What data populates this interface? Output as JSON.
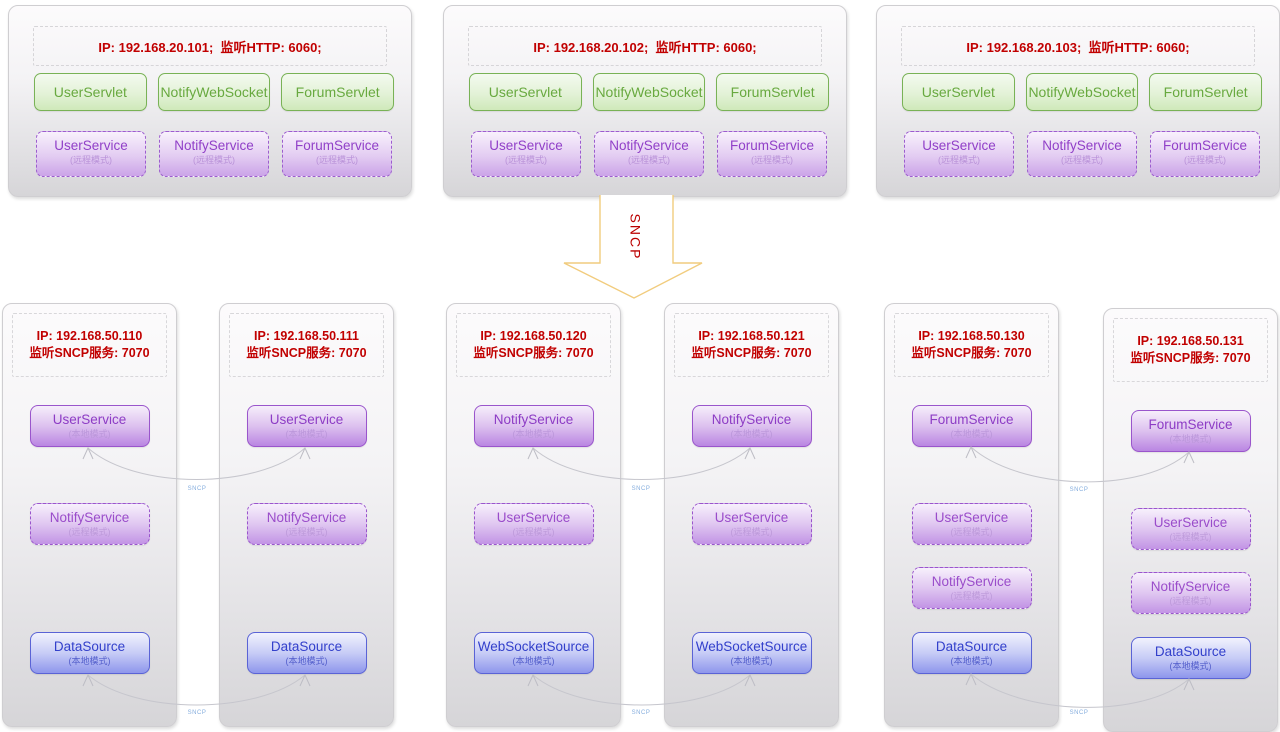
{
  "top_servers": [
    {
      "header": "IP: 192.168.20.101;  监听HTTP: 6060;",
      "servlets": [
        "UserServlet",
        "NotifyWebSocket",
        "ForumServlet"
      ],
      "services": [
        {
          "name": "UserService",
          "mode": "(远程模式)"
        },
        {
          "name": "NotifyService",
          "mode": "(远程模式)"
        },
        {
          "name": "ForumService",
          "mode": "(远程模式)"
        }
      ]
    },
    {
      "header": "IP: 192.168.20.102;  监听HTTP: 6060;",
      "servlets": [
        "UserServlet",
        "NotifyWebSocket",
        "ForumServlet"
      ],
      "services": [
        {
          "name": "UserService",
          "mode": "(远程模式)"
        },
        {
          "name": "NotifyService",
          "mode": "(远程模式)"
        },
        {
          "name": "ForumService",
          "mode": "(远程模式)"
        }
      ]
    },
    {
      "header": "IP: 192.168.20.103;  监听HTTP: 6060;",
      "servlets": [
        "UserServlet",
        "NotifyWebSocket",
        "ForumServlet"
      ],
      "services": [
        {
          "name": "UserService",
          "mode": "(远程模式)"
        },
        {
          "name": "NotifyService",
          "mode": "(远程模式)"
        },
        {
          "name": "ForumService",
          "mode": "(远程模式)"
        }
      ]
    }
  ],
  "sncp_arrow": {
    "label": "SNCP"
  },
  "connector_label": "SNCP",
  "bottom_servers": [
    {
      "ip": "IP: 192.168.50.110",
      "listen": "监听SNCP服务: 7070",
      "services": [
        {
          "name": "UserService",
          "mode": "(本地模式)"
        },
        {
          "name": "NotifyService",
          "mode": "(远程模式)"
        },
        {
          "name": "DataSource",
          "mode": "(本地模式)"
        }
      ]
    },
    {
      "ip": "IP: 192.168.50.111",
      "listen": "监听SNCP服务: 7070",
      "services": [
        {
          "name": "UserService",
          "mode": "(本地模式)"
        },
        {
          "name": "NotifyService",
          "mode": "(远程模式)"
        },
        {
          "name": "DataSource",
          "mode": "(本地模式)"
        }
      ]
    },
    {
      "ip": "IP: 192.168.50.120",
      "listen": "监听SNCP服务: 7070",
      "services": [
        {
          "name": "NotifyService",
          "mode": "(本地模式)"
        },
        {
          "name": "UserService",
          "mode": "(远程模式)"
        },
        {
          "name": "WebSocketSource",
          "mode": "(本地模式)"
        }
      ]
    },
    {
      "ip": "IP: 192.168.50.121",
      "listen": "监听SNCP服务: 7070",
      "services": [
        {
          "name": "NotifyService",
          "mode": "(本地模式)"
        },
        {
          "name": "UserService",
          "mode": "(远程模式)"
        },
        {
          "name": "WebSocketSource",
          "mode": "(本地模式)"
        }
      ]
    },
    {
      "ip": "IP: 192.168.50.130",
      "listen": "监听SNCP服务: 7070",
      "services": [
        {
          "name": "ForumService",
          "mode": "(本地模式)"
        },
        {
          "name": "UserService",
          "mode": "(远程模式)"
        },
        {
          "name": "NotifyService",
          "mode": "(远程模式)"
        },
        {
          "name": "DataSource",
          "mode": "(本地模式)"
        }
      ]
    },
    {
      "ip": "IP: 192.168.50.131",
      "listen": "监听SNCP服务: 7070",
      "services": [
        {
          "name": "ForumService",
          "mode": "(本地模式)"
        },
        {
          "name": "UserService",
          "mode": "(远程模式)"
        },
        {
          "name": "NotifyService",
          "mode": "(远程模式)"
        },
        {
          "name": "DataSource",
          "mode": "(本地模式)"
        }
      ]
    }
  ],
  "colors": {
    "red_text": "#c10000",
    "green_border": "#79b256",
    "purple_border": "#9a55cc",
    "blue_border": "#5a63d6",
    "arrow_outline": "#f1cc7e",
    "connector": "#c6c6cd"
  }
}
